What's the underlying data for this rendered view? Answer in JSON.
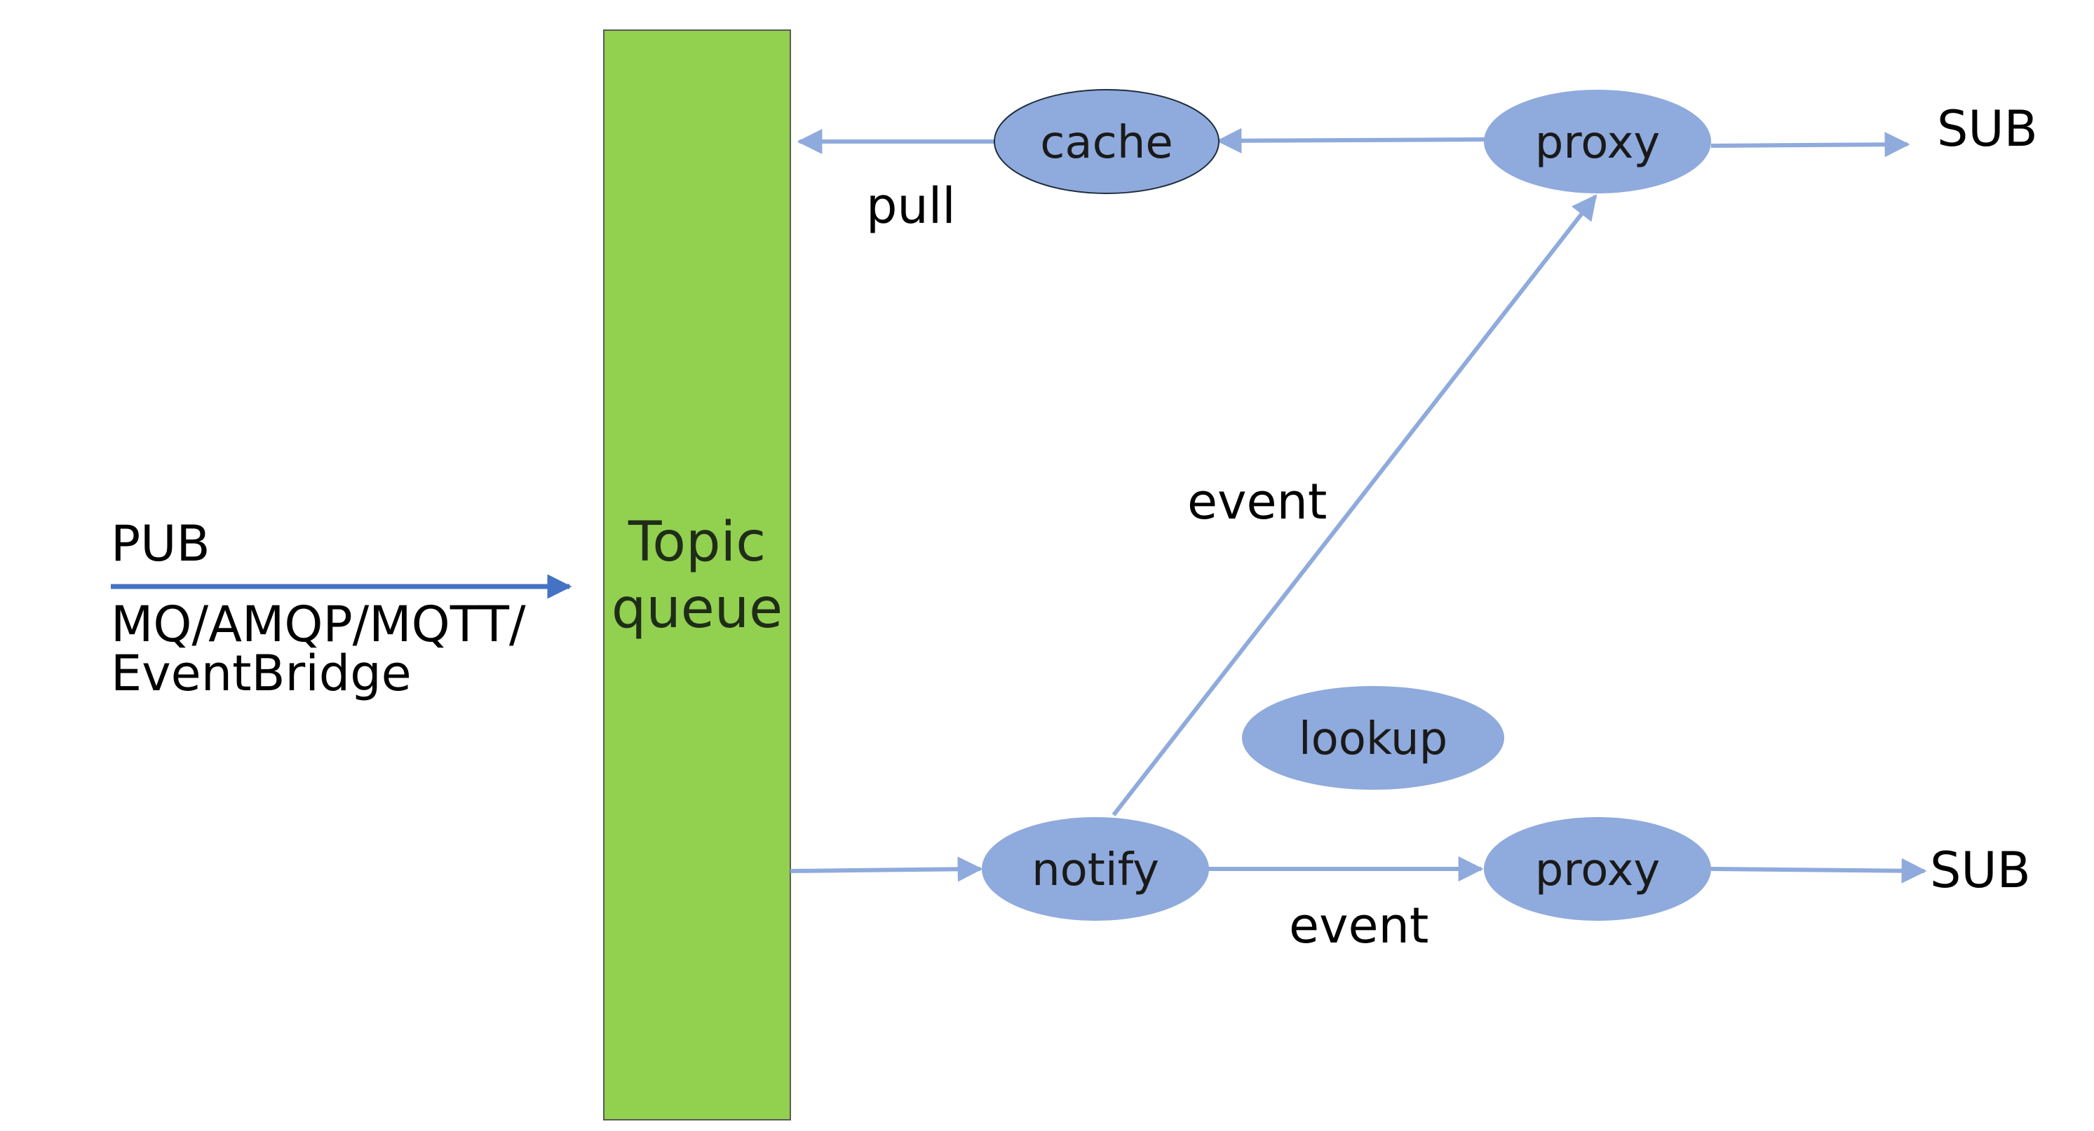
{
  "colors": {
    "queue_fill": "#92d050",
    "queue_stroke": "#5a5a5a",
    "node_fill": "#8faadc",
    "edge_color": "#8faadc",
    "pub_arrow_color": "#4472c4",
    "text_color": "#000000"
  },
  "publisher": {
    "label": "PUB",
    "protocols_line1": "MQ/AMQP/MQTT/",
    "protocols_line2": "EventBridge"
  },
  "queue": {
    "line1": "Topic",
    "line2": "queue"
  },
  "nodes": {
    "cache": "cache",
    "proxy_top": "proxy",
    "notify": "notify",
    "lookup": "lookup",
    "proxy_bottom": "proxy"
  },
  "edges": {
    "pull": "pull",
    "event_diagonal": "event",
    "event_bottom": "event"
  },
  "subscribers": {
    "top": "SUB",
    "bottom": "SUB"
  }
}
